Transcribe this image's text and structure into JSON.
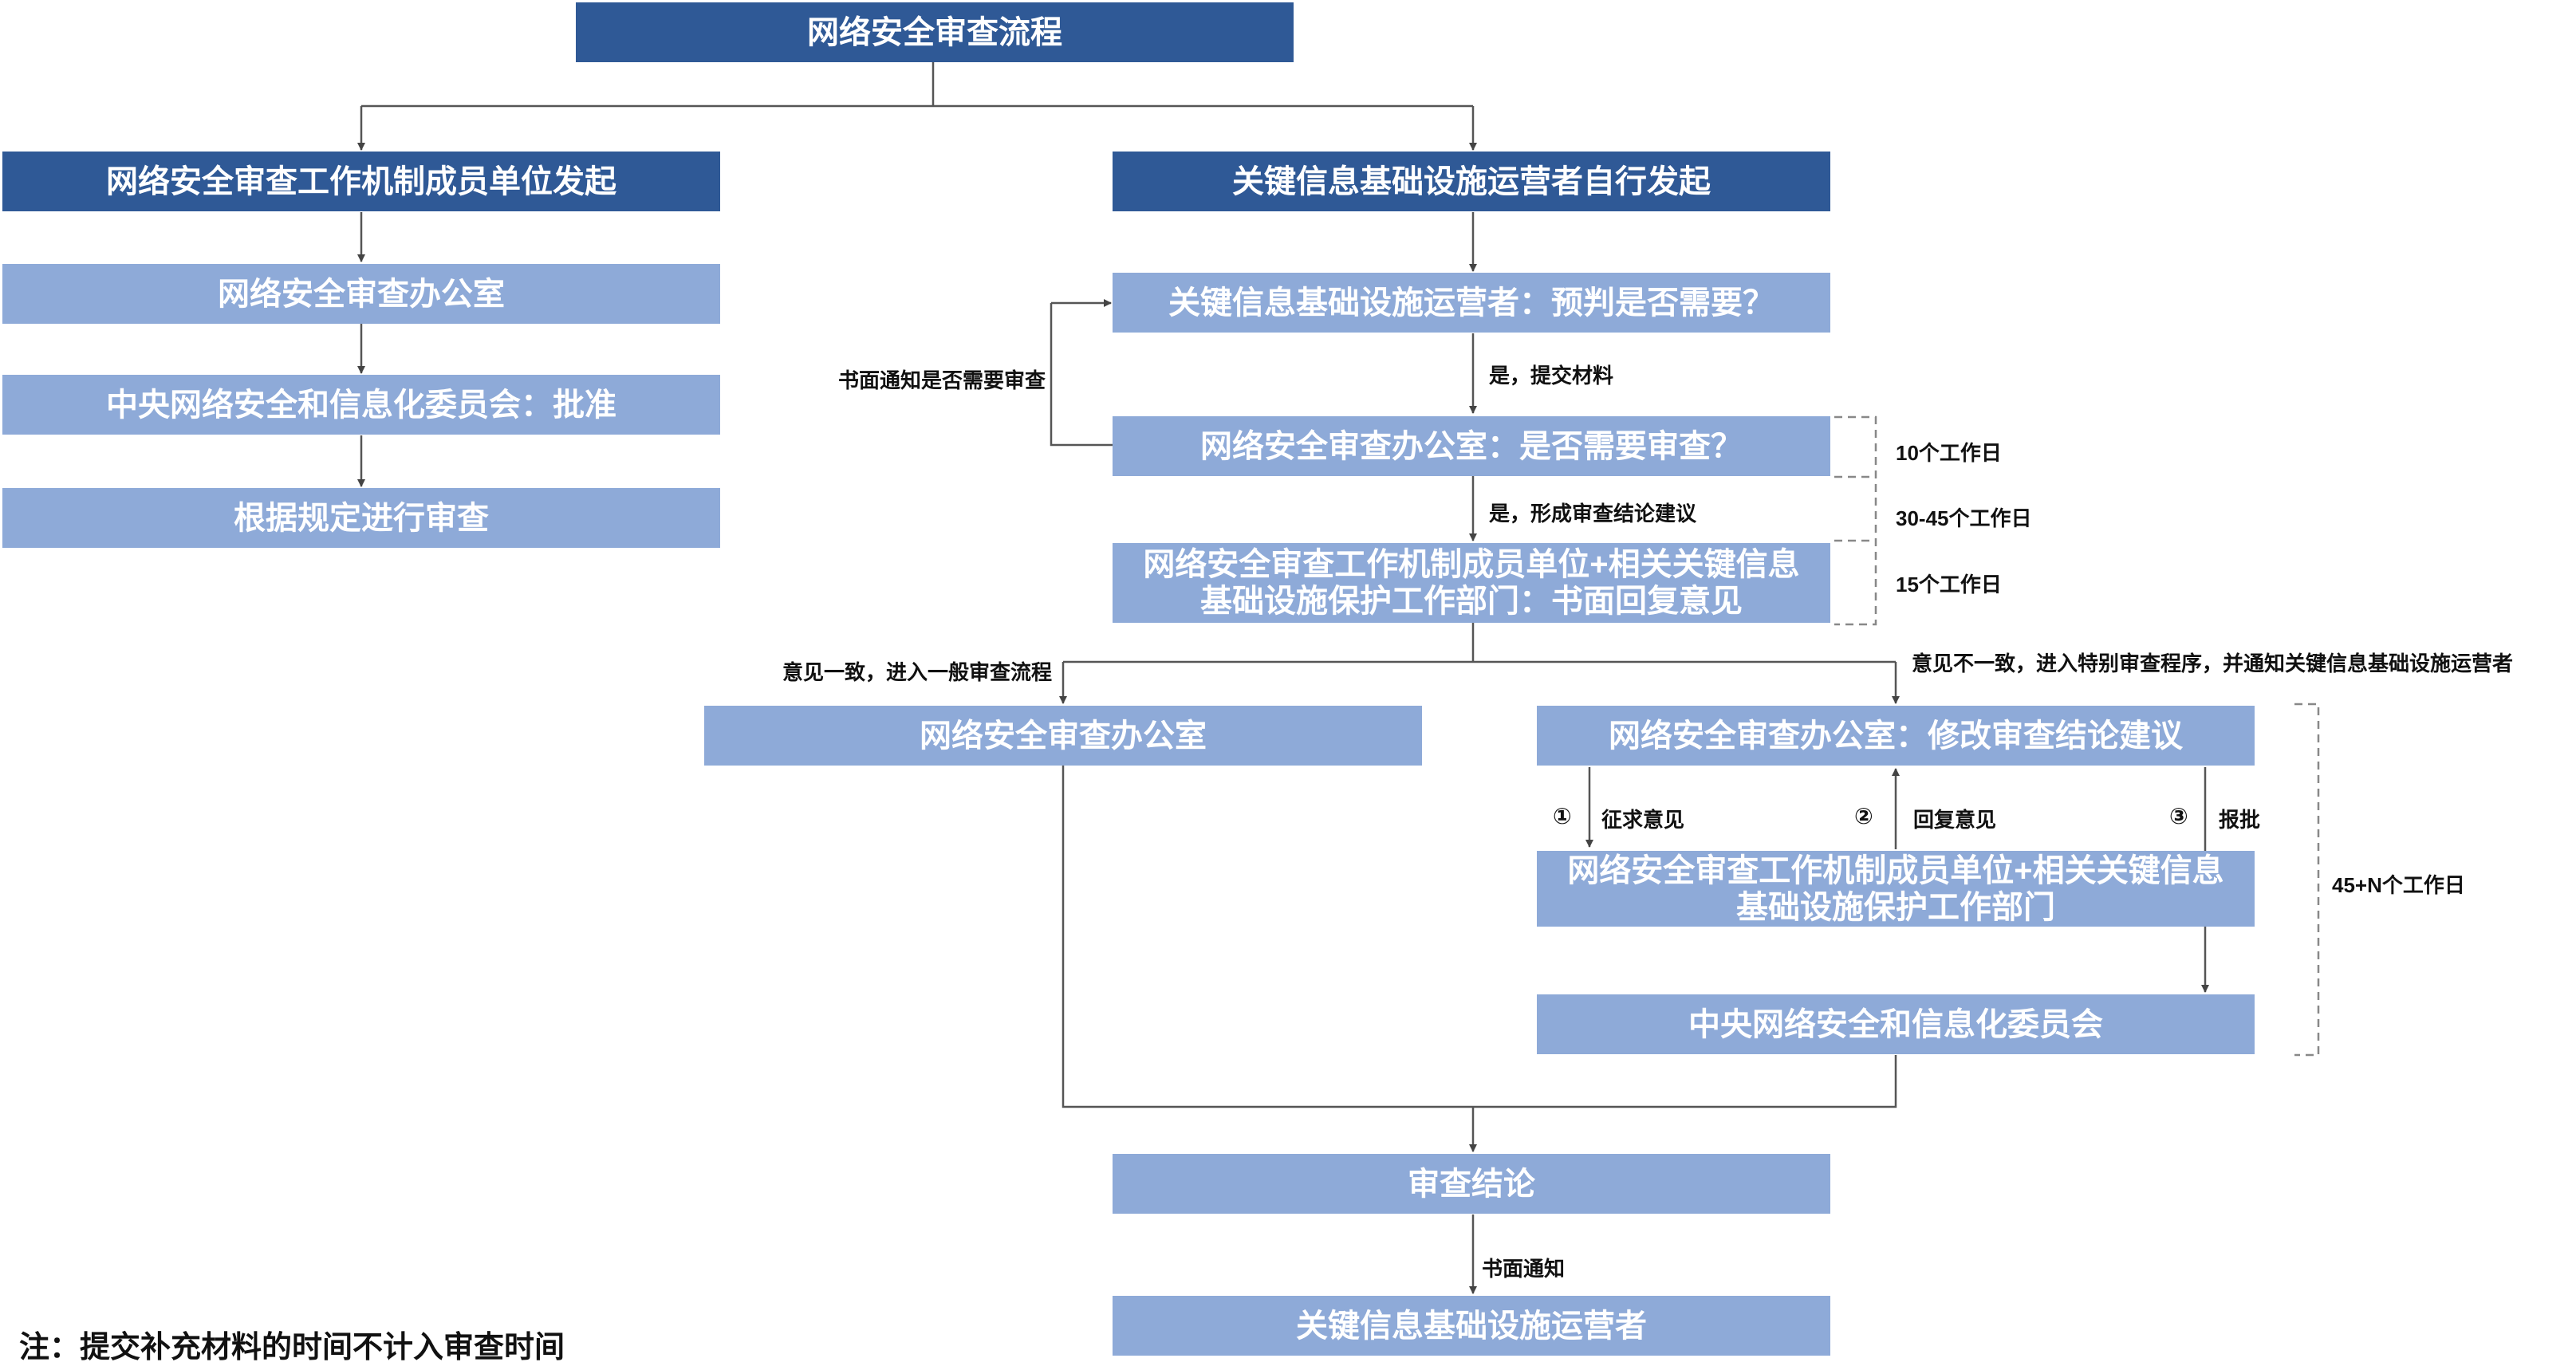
{
  "colors": {
    "dark_box": "#2f5996",
    "light_box": "#8eaad8",
    "line": "#555555",
    "text": "#111111"
  },
  "title": "网络安全审查流程",
  "left_branch": {
    "header": "网络安全审查工作机制成员单位发起",
    "step1": "网络安全审查办公室",
    "step2": "中央网络安全和信息化委员会：批准",
    "step3": "根据规定进行审查"
  },
  "right_branch": {
    "header": "关键信息基础设施运营者自行发起",
    "step1": "关键信息基础设施运营者：预判是否需要？",
    "step2": "网络安全审查办公室：是否需要审查？",
    "step3": "网络安全审查工作机制成员单位+相关关键信息基础设施保护工作部门：书面回复意见"
  },
  "labels": {
    "yes_submit": "是，提交材料",
    "notify_back": "书面通知是否需要审查",
    "yes_form": "是，形成审查结论建议",
    "agree": "意见一致，进入一般审查流程",
    "disagree": "意见不一致，进入特别审查程序，并通知关键信息基础设施运营者",
    "solicit": "征求意见",
    "reply": "回复意见",
    "report": "报批",
    "written_notice": "书面通知",
    "circle1": "①",
    "circle2": "②",
    "circle3": "③"
  },
  "timelines": {
    "t10": "10个工作日",
    "t30_45": "30-45个工作日",
    "t15": "15个工作日",
    "t45n": "45+N个工作日"
  },
  "general": {
    "office": "网络安全审查办公室"
  },
  "special": {
    "office": "网络安全审查办公室：修改审查结论建议",
    "members": "网络安全审查工作机制成员单位+相关关键信息基础设施保护工作部门",
    "committee": "中央网络安全和信息化委员会"
  },
  "conclusion": "审查结论",
  "final": "关键信息基础设施运营者",
  "note": "注：提交补充材料的时间不计入审查时间"
}
